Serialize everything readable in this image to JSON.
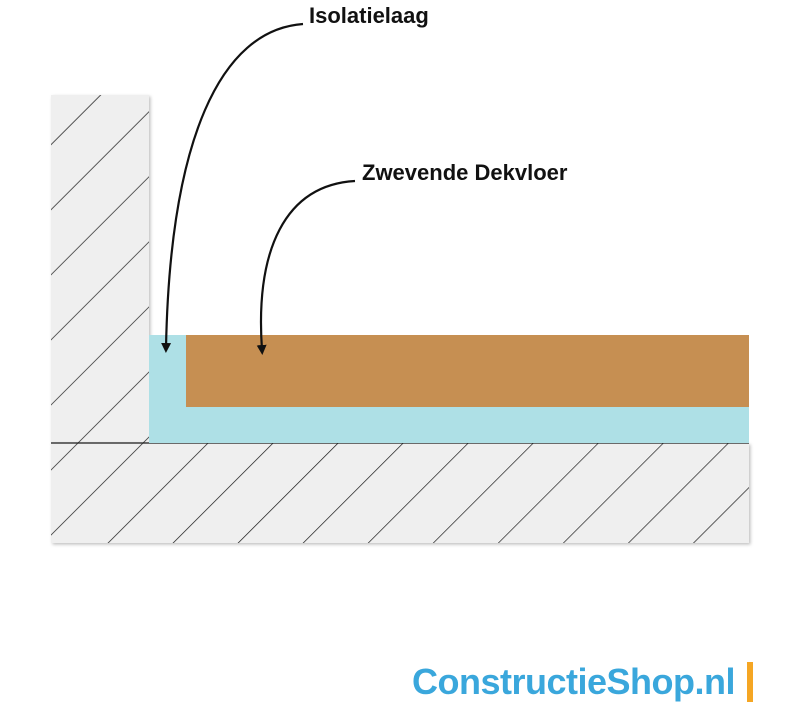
{
  "labels": {
    "isolatie": "Isolatielaag",
    "dekvloer": "Zwevende Dekvloer"
  },
  "logo": {
    "brand": "ConstructieShop",
    "tld": ".nl"
  },
  "colors": {
    "hatch_fill": "#efefef",
    "hatch_line": "#1a1a1a",
    "insulation": "#aee0e6",
    "screed": "#c68f52",
    "arrow": "#111111",
    "logo_blue": "#3aa7dc",
    "logo_accent": "#f5a623"
  }
}
